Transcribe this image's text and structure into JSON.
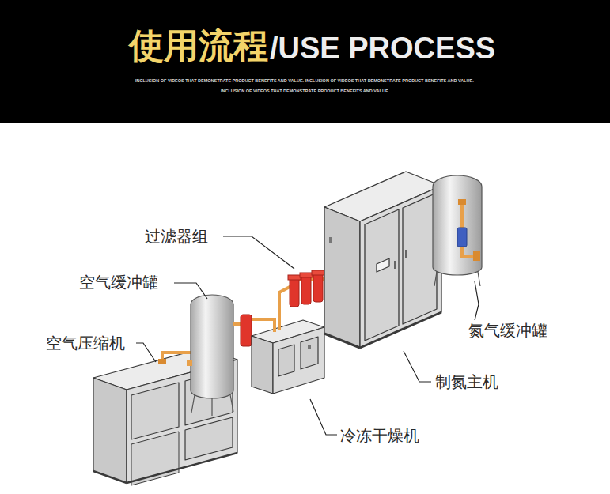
{
  "diagram": {
    "title": "使用流程",
    "labels": [
      "/USE PROCESS",
      "INCLUSION OF VIDEOS THAT DEMONSTRATE PRODUCT BENEFITS AND VALUE. INCLUSION OF VIDEOS THAT DEMONSTRATE PRODUCT BENEFITS AND VALUE.",
      "INCLUSION OF VIDEOS THAT DEMONSTRATE PRODUCT BENEFITS AND VALUE.",
      "过滤器组",
      "空气缓冲罐",
      "空气压缩机",
      "氮气缓冲罐",
      "制氮主机",
      "冷冻干燥机"
    ]
  }
}
